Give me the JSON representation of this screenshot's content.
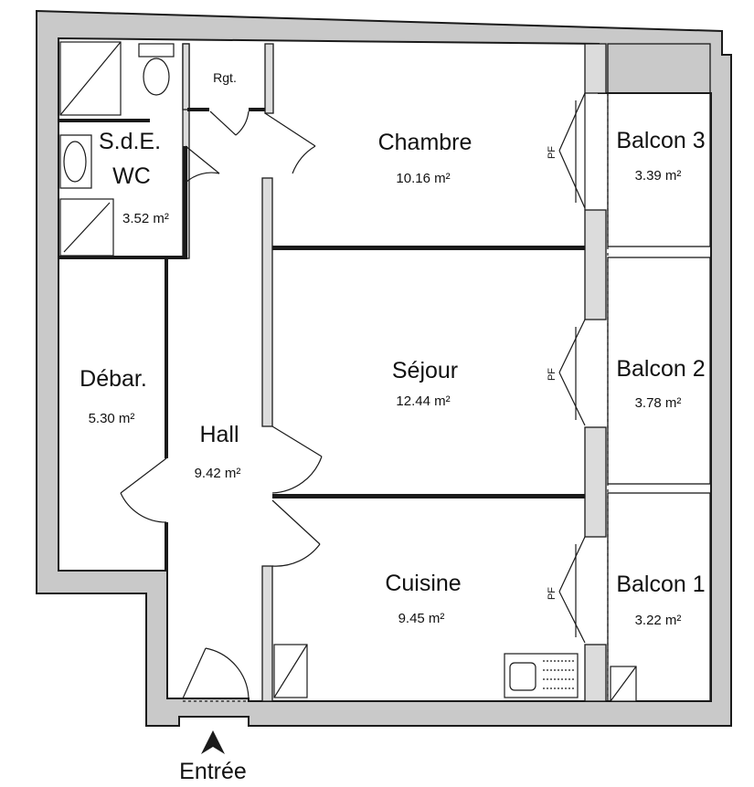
{
  "rooms": {
    "sde_line1": "S.d.E.",
    "sde_line2": "WC",
    "sde_area": "3.52 m²",
    "rgt": "Rgt.",
    "chambre": "Chambre",
    "chambre_area": "10.16 m²",
    "balcon3": "Balcon 3",
    "balcon3_area": "3.39 m²",
    "debar": "Débar.",
    "debar_area": "5.30 m²",
    "hall": "Hall",
    "hall_area": "9.42 m²",
    "sejour": "Séjour",
    "sejour_area": "12.44 m²",
    "balcon2": "Balcon 2",
    "balcon2_area": "3.78 m²",
    "cuisine": "Cuisine",
    "cuisine_area": "9.45 m²",
    "balcon1": "Balcon 1",
    "balcon1_area": "3.22 m²"
  },
  "window_label": "PF",
  "entrance": "Entrée",
  "colors": {
    "wall_fill": "#c9c9c9",
    "line": "#1a1a1a",
    "background": "#ffffff"
  }
}
